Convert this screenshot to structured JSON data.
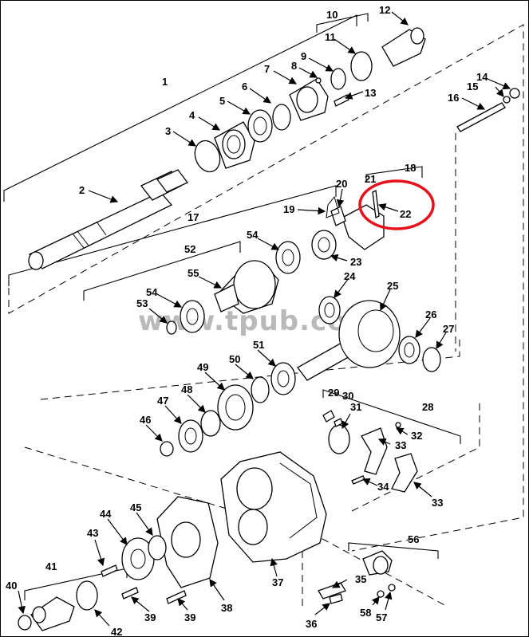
{
  "watermark": "www.tpub.com",
  "highlight_color": "#e8101a",
  "callouts": [
    "1",
    "2",
    "3",
    "4",
    "5",
    "6",
    "7",
    "8",
    "9",
    "10",
    "11",
    "12",
    "13",
    "14",
    "15",
    "16",
    "17",
    "18",
    "19",
    "20",
    "21",
    "22",
    "23",
    "24",
    "25",
    "26",
    "27",
    "28",
    "29",
    "30",
    "31",
    "32",
    "33",
    "33",
    "34",
    "35",
    "36",
    "37",
    "38",
    "39",
    "39",
    "40",
    "41",
    "42",
    "43",
    "44",
    "45",
    "46",
    "47",
    "48",
    "49",
    "50",
    "51",
    "52",
    "53",
    "54",
    "54",
    "55",
    "56",
    "57",
    "58"
  ]
}
